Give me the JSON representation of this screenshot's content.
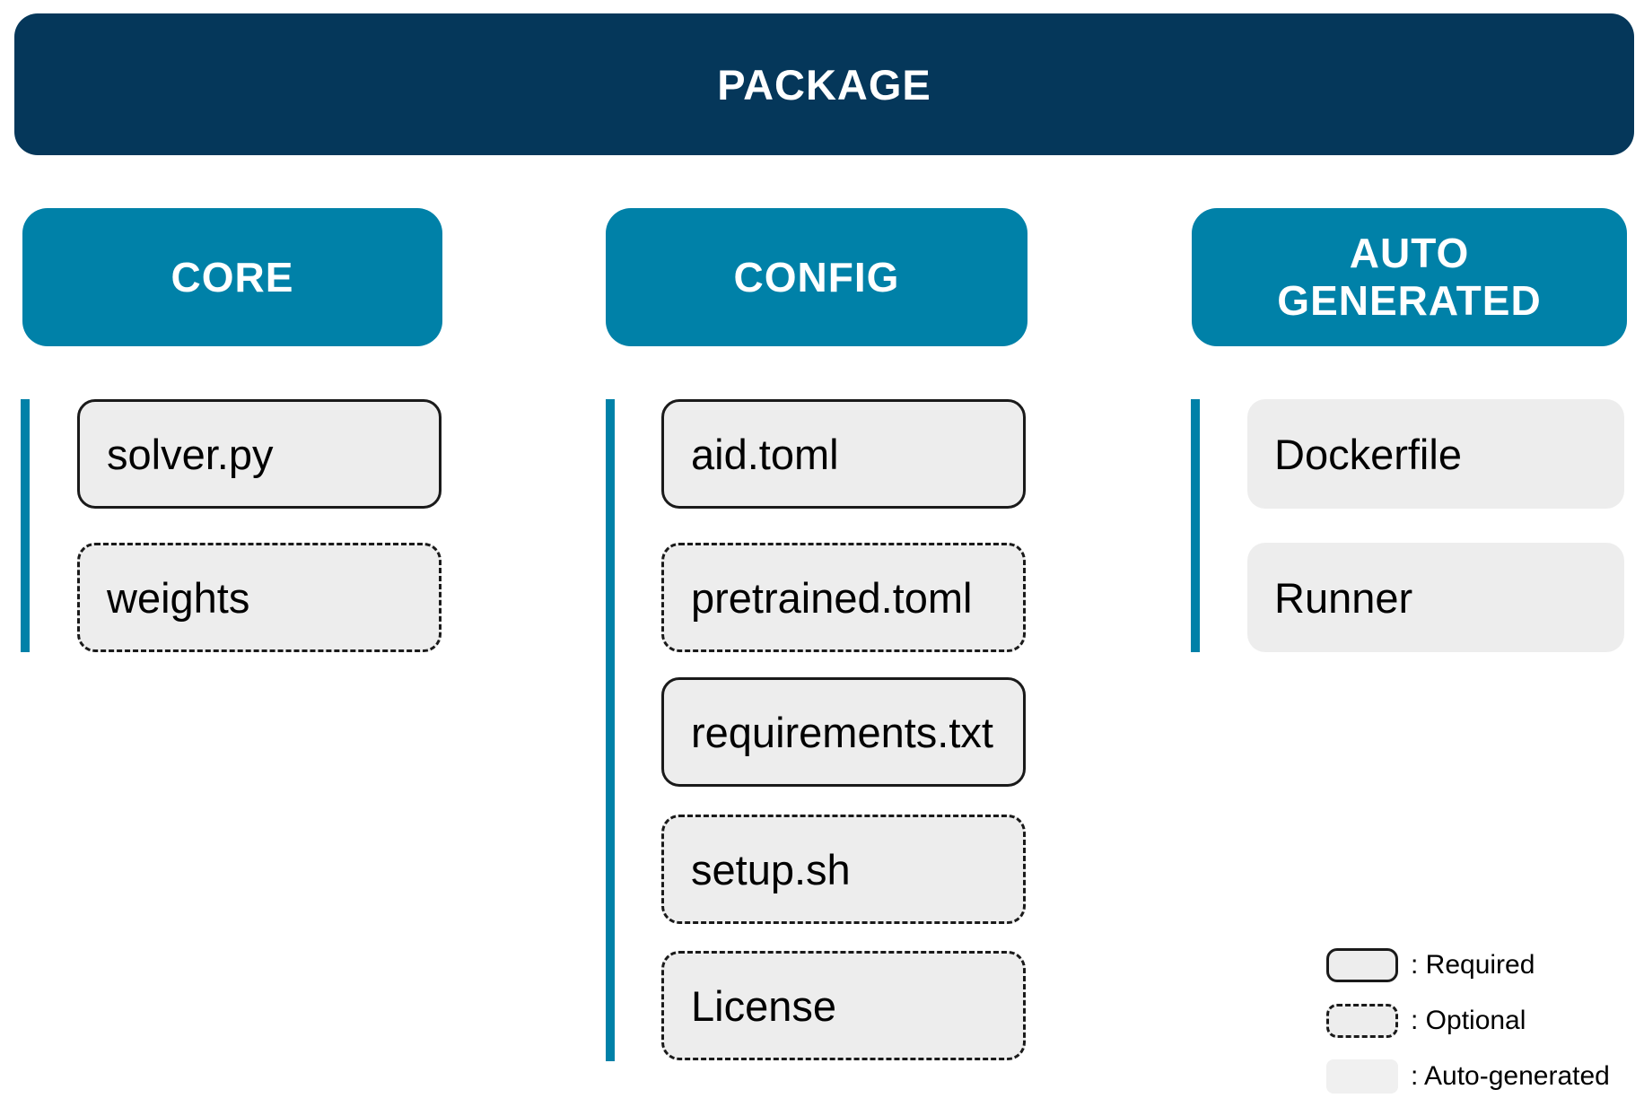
{
  "banner": {
    "title": "PACKAGE"
  },
  "columns": [
    {
      "header": "CORE",
      "items": [
        {
          "label": "solver.py",
          "type": "required"
        },
        {
          "label": "weights",
          "type": "optional"
        }
      ]
    },
    {
      "header": "CONFIG",
      "items": [
        {
          "label": "aid.toml",
          "type": "required"
        },
        {
          "label": "pretrained.toml",
          "type": "optional"
        },
        {
          "label": "requirements.txt",
          "type": "required"
        },
        {
          "label": "setup.sh",
          "type": "optional"
        },
        {
          "label": "License",
          "type": "optional"
        }
      ]
    },
    {
      "header": "AUTO GENERATED",
      "items": [
        {
          "label": "Dockerfile",
          "type": "auto-generated"
        },
        {
          "label": "Runner",
          "type": "auto-generated"
        }
      ]
    }
  ],
  "legend": [
    {
      "type": "required",
      "label": ": Required"
    },
    {
      "type": "optional",
      "label": ": Optional"
    },
    {
      "type": "auto-generated",
      "label": ": Auto-generated"
    }
  ],
  "colors": {
    "navy": "#05375a",
    "teal": "#0081a8",
    "box_fill": "#ededed",
    "border": "#1a1a1a",
    "header_text": "#ffffff",
    "item_text": "#000000",
    "background": "#ffffff"
  }
}
